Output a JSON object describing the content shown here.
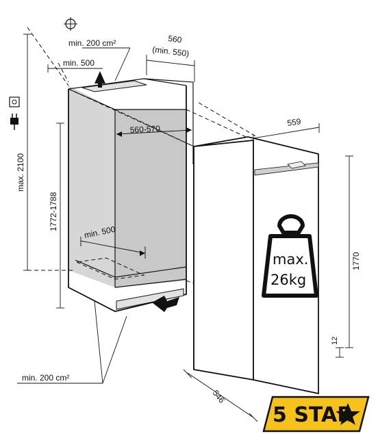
{
  "labels": {
    "top_vent": "min. 200 cm²",
    "depth_outer": "560",
    "depth_outer_min": "(min. 550)",
    "top_min": "min. 500",
    "width_inner": "560-570",
    "max_height": "max. 2100",
    "niche_height": "1772-1788",
    "floor_min": "min. 500",
    "bottom_vent": "min. 200 cm²",
    "appliance_width": "559",
    "appliance_height": "1770",
    "plinth_gap": "12",
    "appliance_depth": "546",
    "weight_line1": "max.",
    "weight_line2": "26kg",
    "badge": "5 STAR"
  },
  "colors": {
    "niche_inner": "#c8c8c8",
    "appliance_body": "#ffffff",
    "badge_fill": "#f6c21a",
    "ink": "#111111"
  },
  "icons": {
    "socket": "power-socket-icon",
    "plug": "power-plug-icon",
    "crosshair": "level-crosshair-icon",
    "weight": "weight-icon",
    "star": "star-icon"
  }
}
